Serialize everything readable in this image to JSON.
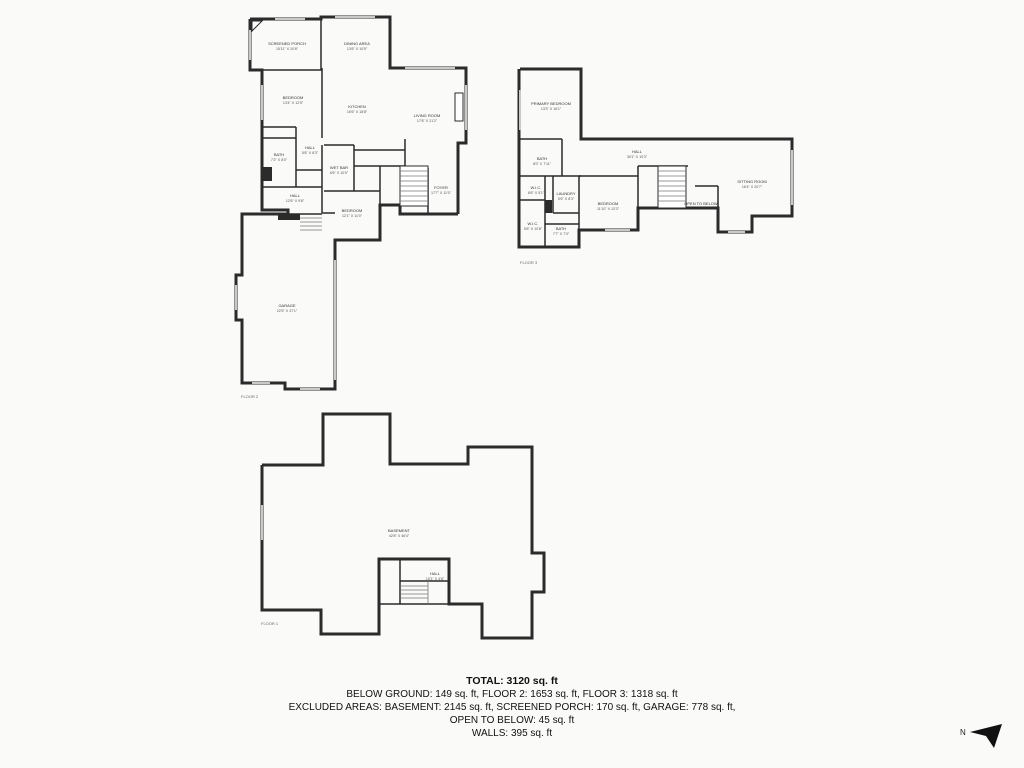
{
  "floors": {
    "floor2": {
      "label": "FLOOR 2",
      "rooms": [
        {
          "name": "SCREENED PORCH",
          "dims": "15'11\" X 10'8\""
        },
        {
          "name": "DINING AREA",
          "dims": "13'6\" X 10'5\""
        },
        {
          "name": "BEDROOM",
          "dims": "13'4\" X 12'5\""
        },
        {
          "name": "KITCHEN",
          "dims": "16'6\" X 18'8\""
        },
        {
          "name": "LIVING ROOM",
          "dims": "17'8\" X 21'2\""
        },
        {
          "name": "HALL",
          "dims": "5'6\" X 8'3\""
        },
        {
          "name": "BATH",
          "dims": "7'2\" X 8'0\""
        },
        {
          "name": "WET BAR",
          "dims": "6'6\" X 10'0\""
        },
        {
          "name": "FOYER",
          "dims": "17'7\" X 11'0\""
        },
        {
          "name": "HALL",
          "dims": "12'6\" X 9'8\""
        },
        {
          "name": "BEDROOM",
          "dims": "12'1\" X 11'0\""
        },
        {
          "name": "GARAGE",
          "dims": "22'5\" X 37'1\""
        }
      ]
    },
    "floor3": {
      "label": "FLOOR 3",
      "rooms": [
        {
          "name": "PRIMARY BEDROOM",
          "dims": "13'3\" X 16'1\""
        },
        {
          "name": "HALL",
          "dims": "30'1\" X 10'3\""
        },
        {
          "name": "BATH",
          "dims": "8'0\" X 7'11\""
        },
        {
          "name": "W.I.C.",
          "dims": "8'6\" X 5'1\""
        },
        {
          "name": "LAUNDRY",
          "dims": "5'6\" X 8'3\""
        },
        {
          "name": "BEDROOM",
          "dims": "11'10\" X 13'3\""
        },
        {
          "name": "SITTING ROOM",
          "dims": "16'4\" X 20'7\""
        },
        {
          "name": "OPEN TO BELOW",
          "dims": ""
        },
        {
          "name": "W.I.C.",
          "dims": "5'6\" X 10'8\""
        },
        {
          "name": "BATH",
          "dims": "7'7\" X 7'3\""
        }
      ]
    },
    "floor1": {
      "label": "FLOOR 1",
      "rooms": [
        {
          "name": "BASEMENT",
          "dims": "42'8\" X 46'4\""
        },
        {
          "name": "HALL",
          "dims": "10'1\" X 4'8\""
        }
      ]
    }
  },
  "summary": {
    "total": "TOTAL: 3120 sq. ft",
    "line1": "BELOW GROUND: 149 sq. ft, FLOOR 2: 1653 sq. ft, FLOOR 3: 1318 sq. ft",
    "line2": "EXCLUDED AREAS: BASEMENT: 2145 sq. ft, SCREENED PORCH: 170 sq. ft, GARAGE: 778 sq. ft,",
    "line3": "OPEN TO BELOW: 45 sq. ft",
    "line4": "WALLS: 395 sq. ft"
  },
  "compass": {
    "label": "N",
    "icon": "north-arrow-icon"
  },
  "colors": {
    "wall": "#2b2b2b",
    "background": "#fafaf9",
    "window": "#c9c9c9"
  }
}
